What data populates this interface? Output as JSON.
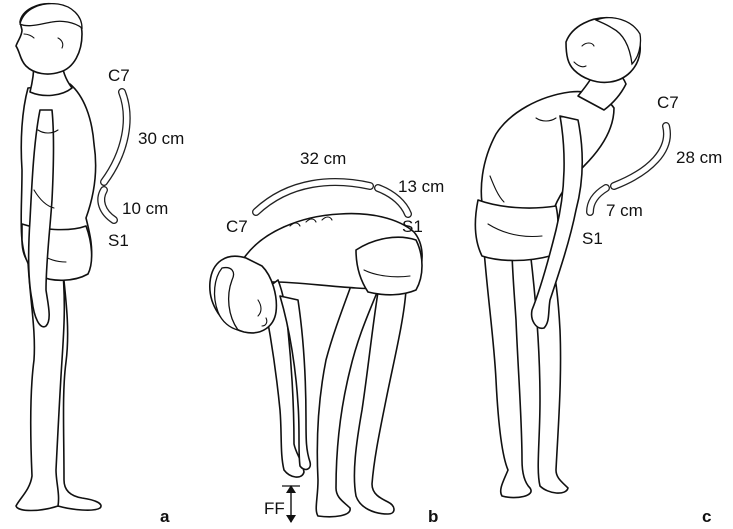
{
  "panels": {
    "a": {
      "label": "a",
      "upper_mark": "C7",
      "lower_mark": "S1",
      "upper_distance": "30 cm",
      "lower_distance": "10 cm"
    },
    "b": {
      "label": "b",
      "upper_mark": "C7",
      "lower_mark": "S1",
      "upper_distance": "32 cm",
      "lower_distance": "13 cm",
      "fingertip_floor": "FF"
    },
    "c": {
      "label": "c",
      "upper_mark": "C7",
      "lower_mark": "S1",
      "upper_distance": "28 cm",
      "lower_distance": "7 cm"
    }
  }
}
